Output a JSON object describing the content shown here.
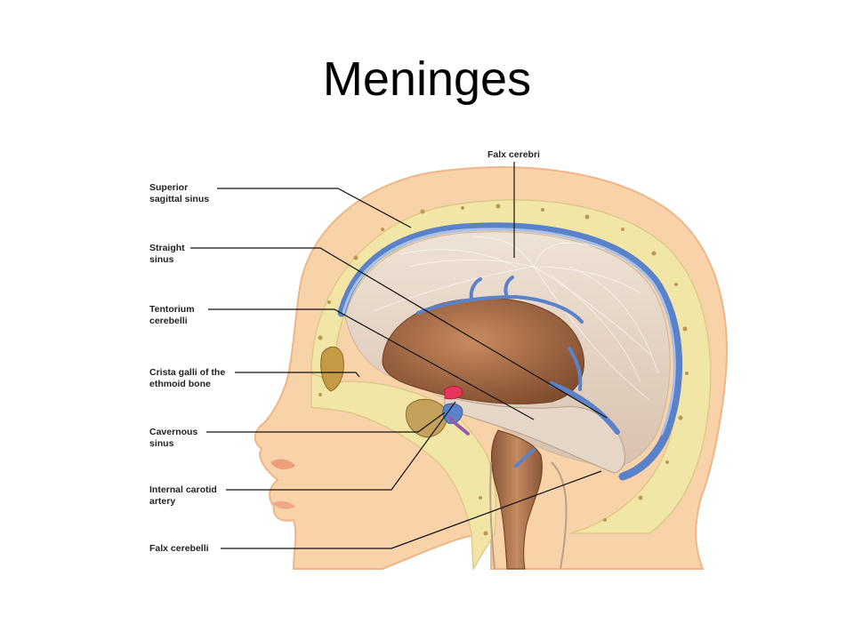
{
  "title": "Meninges",
  "labels": {
    "superior_sagittal_sinus": "Superior\nsagittal sinus",
    "straight_sinus": "Straight\nsinus",
    "tentorium_cerebelli": "Tentorium\ncerebelli",
    "crista_galli": "Crista galli of the\nethmoid bone",
    "cavernous_sinus": "Cavernous\nsinus",
    "internal_carotid_artery": "Internal carotid\nartery",
    "falx_cerebelli": "Falx cerebelli",
    "falx_cerebri": "Falx cerebri"
  },
  "colors": {
    "skin": "#f8d2a8",
    "skin_edge": "#eeb688",
    "bone": "#f2e6a6",
    "bone_spot": "#b89a50",
    "sinus": "#5b82c8",
    "sinus_light": "#a9c1ea",
    "falx": "#e6d6c8",
    "brain_cavity": "#a36844",
    "artery": "#e8345a",
    "leader": "#111111"
  }
}
